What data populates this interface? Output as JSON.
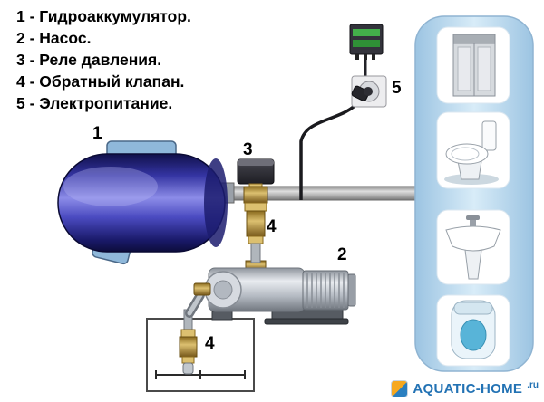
{
  "legend": {
    "items": [
      "1 - Гидроаккумулятор.",
      "2 - Насос.",
      "3 - Реле давления.",
      "4 - Обратный клапан.",
      "5 - Электропитание."
    ]
  },
  "callouts": {
    "tank": "1",
    "pump": "2",
    "pressure_relay": "3",
    "check_valve_top": "4",
    "check_valve_bottom": "4",
    "power": "5"
  },
  "watermark": {
    "brand": "AQUATIC-HOME",
    "tld": ".ru"
  },
  "icons": {
    "fixtures": [
      "shower-cabin",
      "toilet",
      "washbasin",
      "bidet"
    ]
  },
  "colors": {
    "tank_blue": "#3434a2",
    "panel_blue": "#b4d4ec",
    "brass": "#dcc070",
    "pipe_gray": "#ababab",
    "power_green": "#43b04a",
    "watermark_blue": "#2272b4",
    "watermark_orange": "#f6a81f"
  }
}
